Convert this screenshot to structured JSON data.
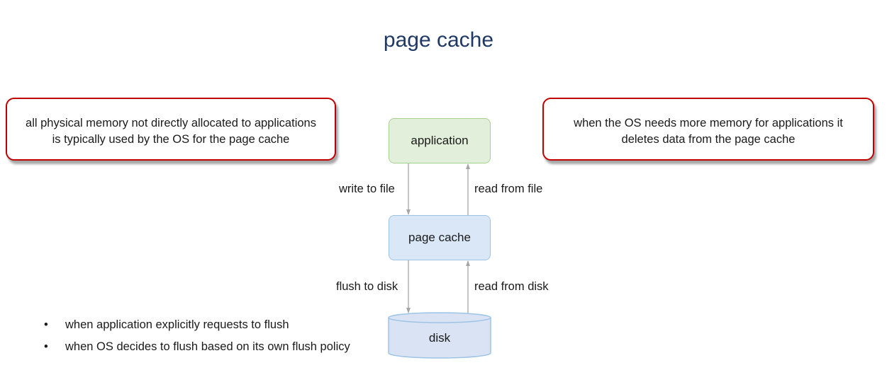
{
  "title": "page cache",
  "callouts": {
    "left": "all physical memory not directly allocated to applications\nis typically used by the OS for the page cache",
    "right": "when the OS needs more memory for applications it\ndeletes data from the page cache",
    "border_color": "#c00000"
  },
  "nodes": {
    "application": "application",
    "page_cache": "page cache",
    "disk": "disk"
  },
  "colors": {
    "title": "#1f3864",
    "application_fill": "#e2efda",
    "page_cache_fill": "#dae7f7",
    "disk_fill": "#dae3f3"
  },
  "edges": {
    "write_to_file": "write to file",
    "read_from_file": "read from file",
    "flush_to_disk": "flush to disk",
    "read_from_disk": "read from disk"
  },
  "flush_reasons": [
    "when application explicitly requests to flush",
    "when OS decides to flush based on its own flush policy"
  ]
}
